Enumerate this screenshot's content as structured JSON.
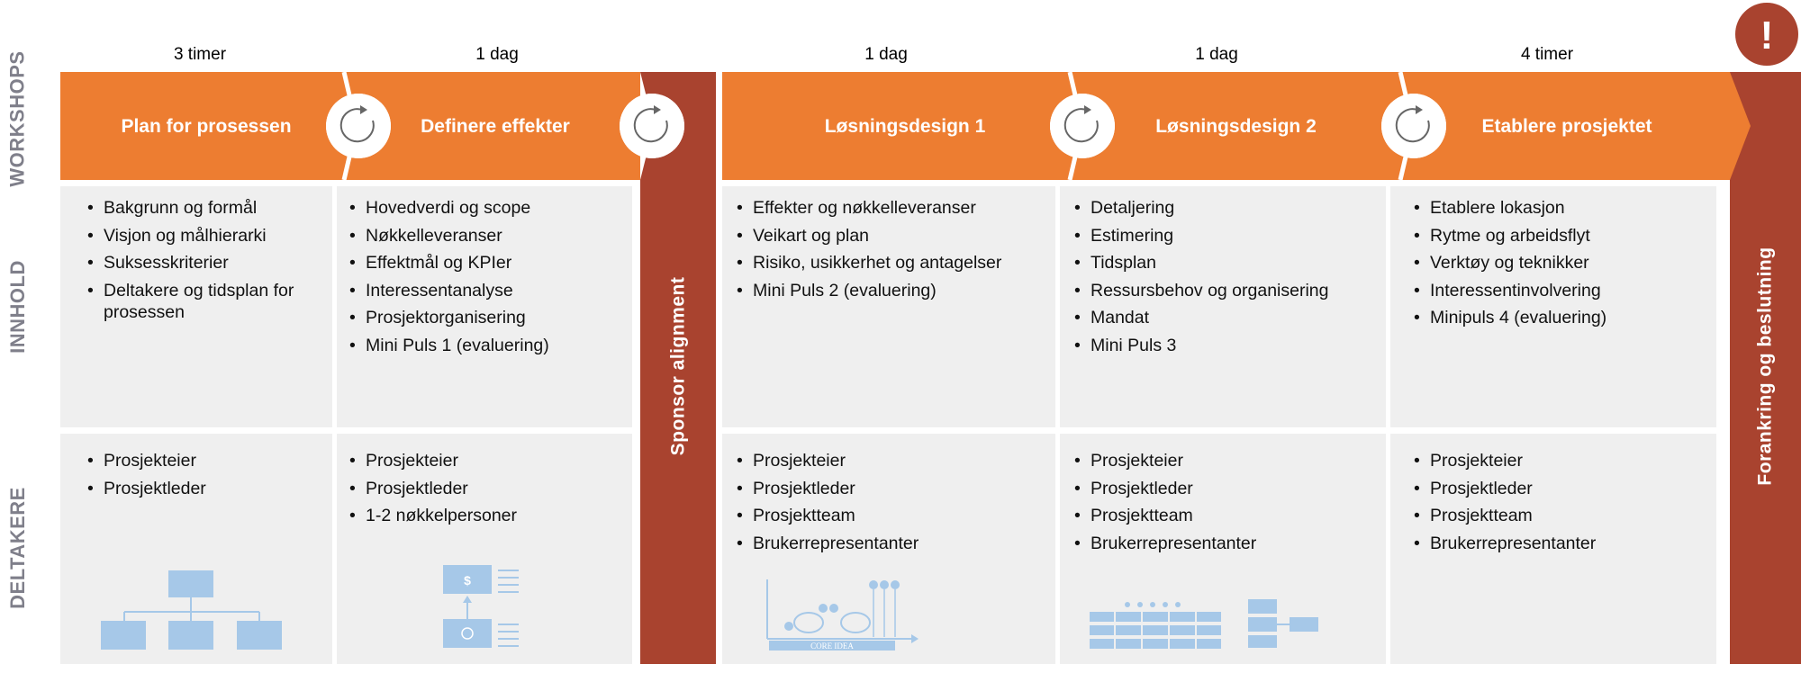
{
  "row_labels": {
    "workshops": "WORKSHOPS",
    "content": "INNHOLD",
    "participants": "DELTAKERE"
  },
  "phases": [
    {
      "duration": "3 timer",
      "title": "Plan for prosessen",
      "content": [
        "Bakgrunn og formål",
        "Visjon og målhierarki",
        "Suksesskriterier",
        "Deltakere og tidsplan for prosessen"
      ],
      "participants": [
        "Prosjekteier",
        "Prosjektleder"
      ]
    },
    {
      "duration": "1 dag",
      "title": "Definere effekter",
      "content": [
        "Hovedverdi og scope",
        "Nøkkelleveranser",
        "Effektmål og KPIer",
        "Interessentanalyse",
        "Prosjektorganisering",
        "Mini Puls 1 (evaluering)"
      ],
      "participants": [
        "Prosjekteier",
        "Prosjektleder",
        "1-2 nøkkelpersoner"
      ]
    },
    {
      "duration": "1 dag",
      "title": "Løsningsdesign 1",
      "content": [
        "Effekter og nøkkelleveranser",
        "Veikart og plan",
        "Risiko, usikkerhet  og antagelser",
        "Mini Puls 2 (evaluering)"
      ],
      "participants": [
        "Prosjekteier",
        "Prosjektleder",
        "Prosjektteam",
        "Brukerrepresentanter"
      ]
    },
    {
      "duration": "1 dag",
      "title": "Løsningsdesign 2",
      "content": [
        "Detaljering",
        "Estimering",
        "Tidsplan",
        "Ressursbehov og organisering",
        "Mandat",
        "Mini Puls 3"
      ],
      "participants": [
        "Prosjekteier",
        "Prosjektleder",
        "Prosjektteam",
        "Brukerrepresentanter"
      ]
    },
    {
      "duration": "4 timer",
      "title": "Etablere prosjektet",
      "content": [
        "Etablere lokasjon",
        "Rytme og arbeidsflyt",
        "Verktøy og teknikker",
        "Interessentinvolvering",
        "Minipuls 4 (evaluering)"
      ],
      "participants": [
        "Prosjekteier",
        "Prosjektleder",
        "Prosjektteam",
        "Brukerrepresentanter"
      ]
    }
  ],
  "sponsor_bar": "Sponsor alignment",
  "final_bar": "Forankring og beslutning",
  "alert_symbol": "!",
  "illustration_texts": {
    "dollar": "$",
    "core_idea": "CORE IDEA"
  },
  "icons": [
    "cycle-icon",
    "alert-icon",
    "org-chart-illustration",
    "value-chain-illustration",
    "core-idea-illustration",
    "table-illustration",
    "process-illustration"
  ],
  "colors": {
    "orange": "#ED7D31",
    "rust": "#A9432F",
    "cell_gray": "#EFEFEF",
    "label_gray": "#7F7F8A",
    "illustration_blue": "#A6C8E8"
  }
}
